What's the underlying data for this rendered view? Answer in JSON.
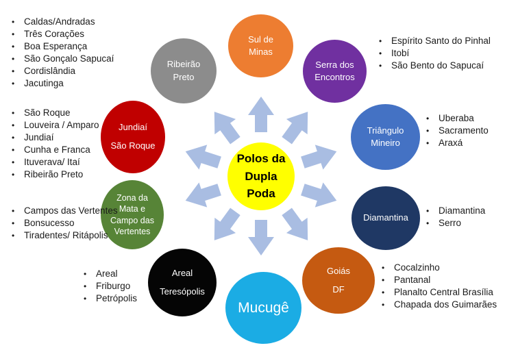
{
  "center": {
    "name": "Polos da Dupla Poda",
    "label": "Polos da\nDupla\nPoda",
    "color": "#ffff00"
  },
  "arrows": {
    "color": "#a9bde2",
    "count": 10
  },
  "poles": [
    {
      "name": "Sul de Minas",
      "label": "Sul de\nMinas",
      "color": "#ED7D31"
    },
    {
      "name": "Ribeirão Preto",
      "label": "Ribeirão\nPreto",
      "color": "#8C8C8C"
    },
    {
      "name": "Serra dos Encontros",
      "label": "Serra dos\nEncontros",
      "color": "#7030A0"
    },
    {
      "name": "Jundiaí São Roque",
      "label": "Jundiaí\nSão Roque",
      "color": "#C00000"
    },
    {
      "name": "Triângulo Mineiro",
      "label": "Triângulo\nMineiro",
      "color": "#4472C4"
    },
    {
      "name": "Zona da Mata e Campo das Vertentes",
      "label": "Zona da\nMata e\nCampo das\nVertentes",
      "color": "#578437"
    },
    {
      "name": "Diamantina",
      "label": "Diamantina",
      "color": "#1F3864"
    },
    {
      "name": "Areal Teresópolis",
      "label": "Areal\nTeresópolis",
      "color": "#050505"
    },
    {
      "name": "Mucugê",
      "label": "Mucugê",
      "color": "#1BACE4"
    },
    {
      "name": "Goiás DF",
      "label": "Goiás\nDF",
      "color": "#C55A11"
    }
  ],
  "lists": [
    {
      "pole": "Sul de Minas",
      "items": [
        "Caldas/Andradas",
        "Três Corações",
        "Boa Esperança",
        "São Gonçalo Sapucaí",
        "Cordislândia",
        "Jacutinga"
      ]
    },
    {
      "pole": "Serra dos Encontros",
      "items": [
        "Espírito Santo do Pinhal",
        "Itobí",
        "São Bento do Sapucaí"
      ]
    },
    {
      "pole": "Jundiaí São Roque",
      "items": [
        "São Roque",
        "Louveira / Amparo",
        "Jundiaí",
        "Cunha e Franca",
        "Ituverava/ Itaí",
        "Ribeirão Preto"
      ]
    },
    {
      "pole": "Triângulo Mineiro",
      "items": [
        "Uberaba",
        "Sacramento",
        "Araxá"
      ]
    },
    {
      "pole": "Zona da Mata e Campo das Vertentes",
      "items": [
        "Campos das Vertentes",
        "Bonsucesso",
        "Tiradentes/ Ritápolis"
      ]
    },
    {
      "pole": "Diamantina",
      "items": [
        "Diamantina",
        "Serro"
      ]
    },
    {
      "pole": "Areal Teresópolis",
      "items": [
        "Areal",
        "Friburgo",
        "Petrópolis"
      ]
    },
    {
      "pole": "Goiás DF",
      "items": [
        "Cocalzinho",
        "Pantanal",
        "Planalto Central Brasília",
        "Chapada dos Guimarães"
      ]
    }
  ]
}
